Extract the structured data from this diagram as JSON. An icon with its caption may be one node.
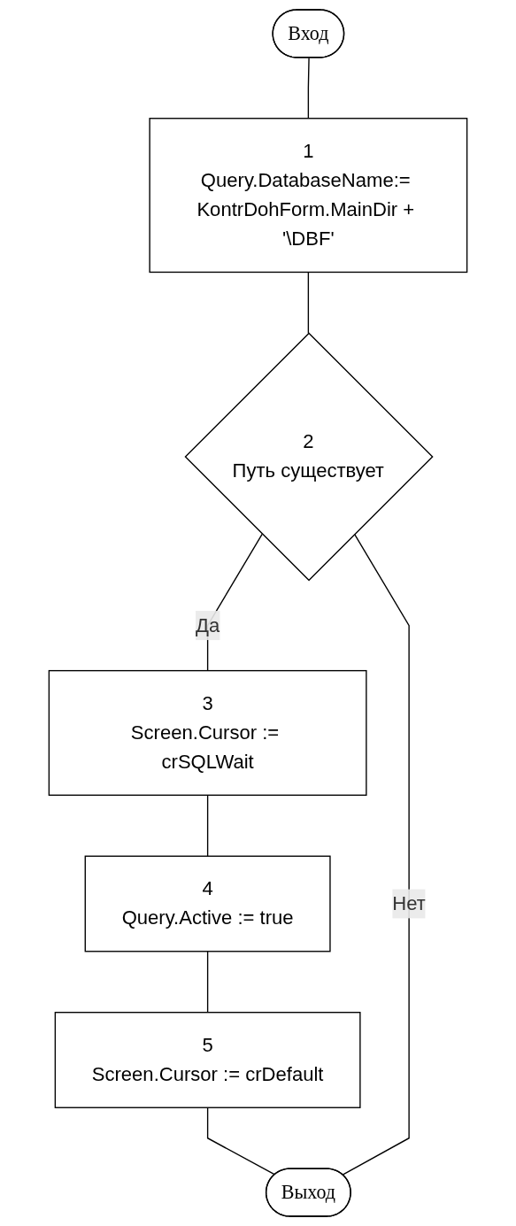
{
  "diagram": {
    "nodes": [
      {
        "text": [
          "Вход"
        ]
      },
      {
        "text": [
          "1",
          "Query.DatabaseName:= KontrDohForm.MainDir + '\\DBF'"
        ]
      },
      {
        "text": [
          "2",
          "Путь существует"
        ]
      },
      {
        "text": [
          "3",
          "Screen.Cursor := crSQLWait"
        ]
      },
      {
        "text": [
          "4",
          "Query.Active := true"
        ]
      },
      {
        "text": [
          "5",
          "Screen.Cursor := crDefault"
        ]
      },
      {
        "text": [
          "Выход"
        ]
      }
    ],
    "edges": [
      {
        "from": 0,
        "to": 1,
        "arrow": "none"
      },
      {
        "from": 1,
        "to": 2,
        "arrow": "none"
      },
      {
        "from": 2,
        "to": 3,
        "arrow": "none",
        "label": "Да"
      },
      {
        "from": 3,
        "to": 4,
        "arrow": "none"
      },
      {
        "from": 4,
        "to": 5,
        "arrow": "none"
      },
      {
        "from": 5,
        "to": 6,
        "arrow": "none"
      },
      {
        "from": 2,
        "to": 6,
        "arrow": "none",
        "label": "Нет"
      }
    ]
  }
}
